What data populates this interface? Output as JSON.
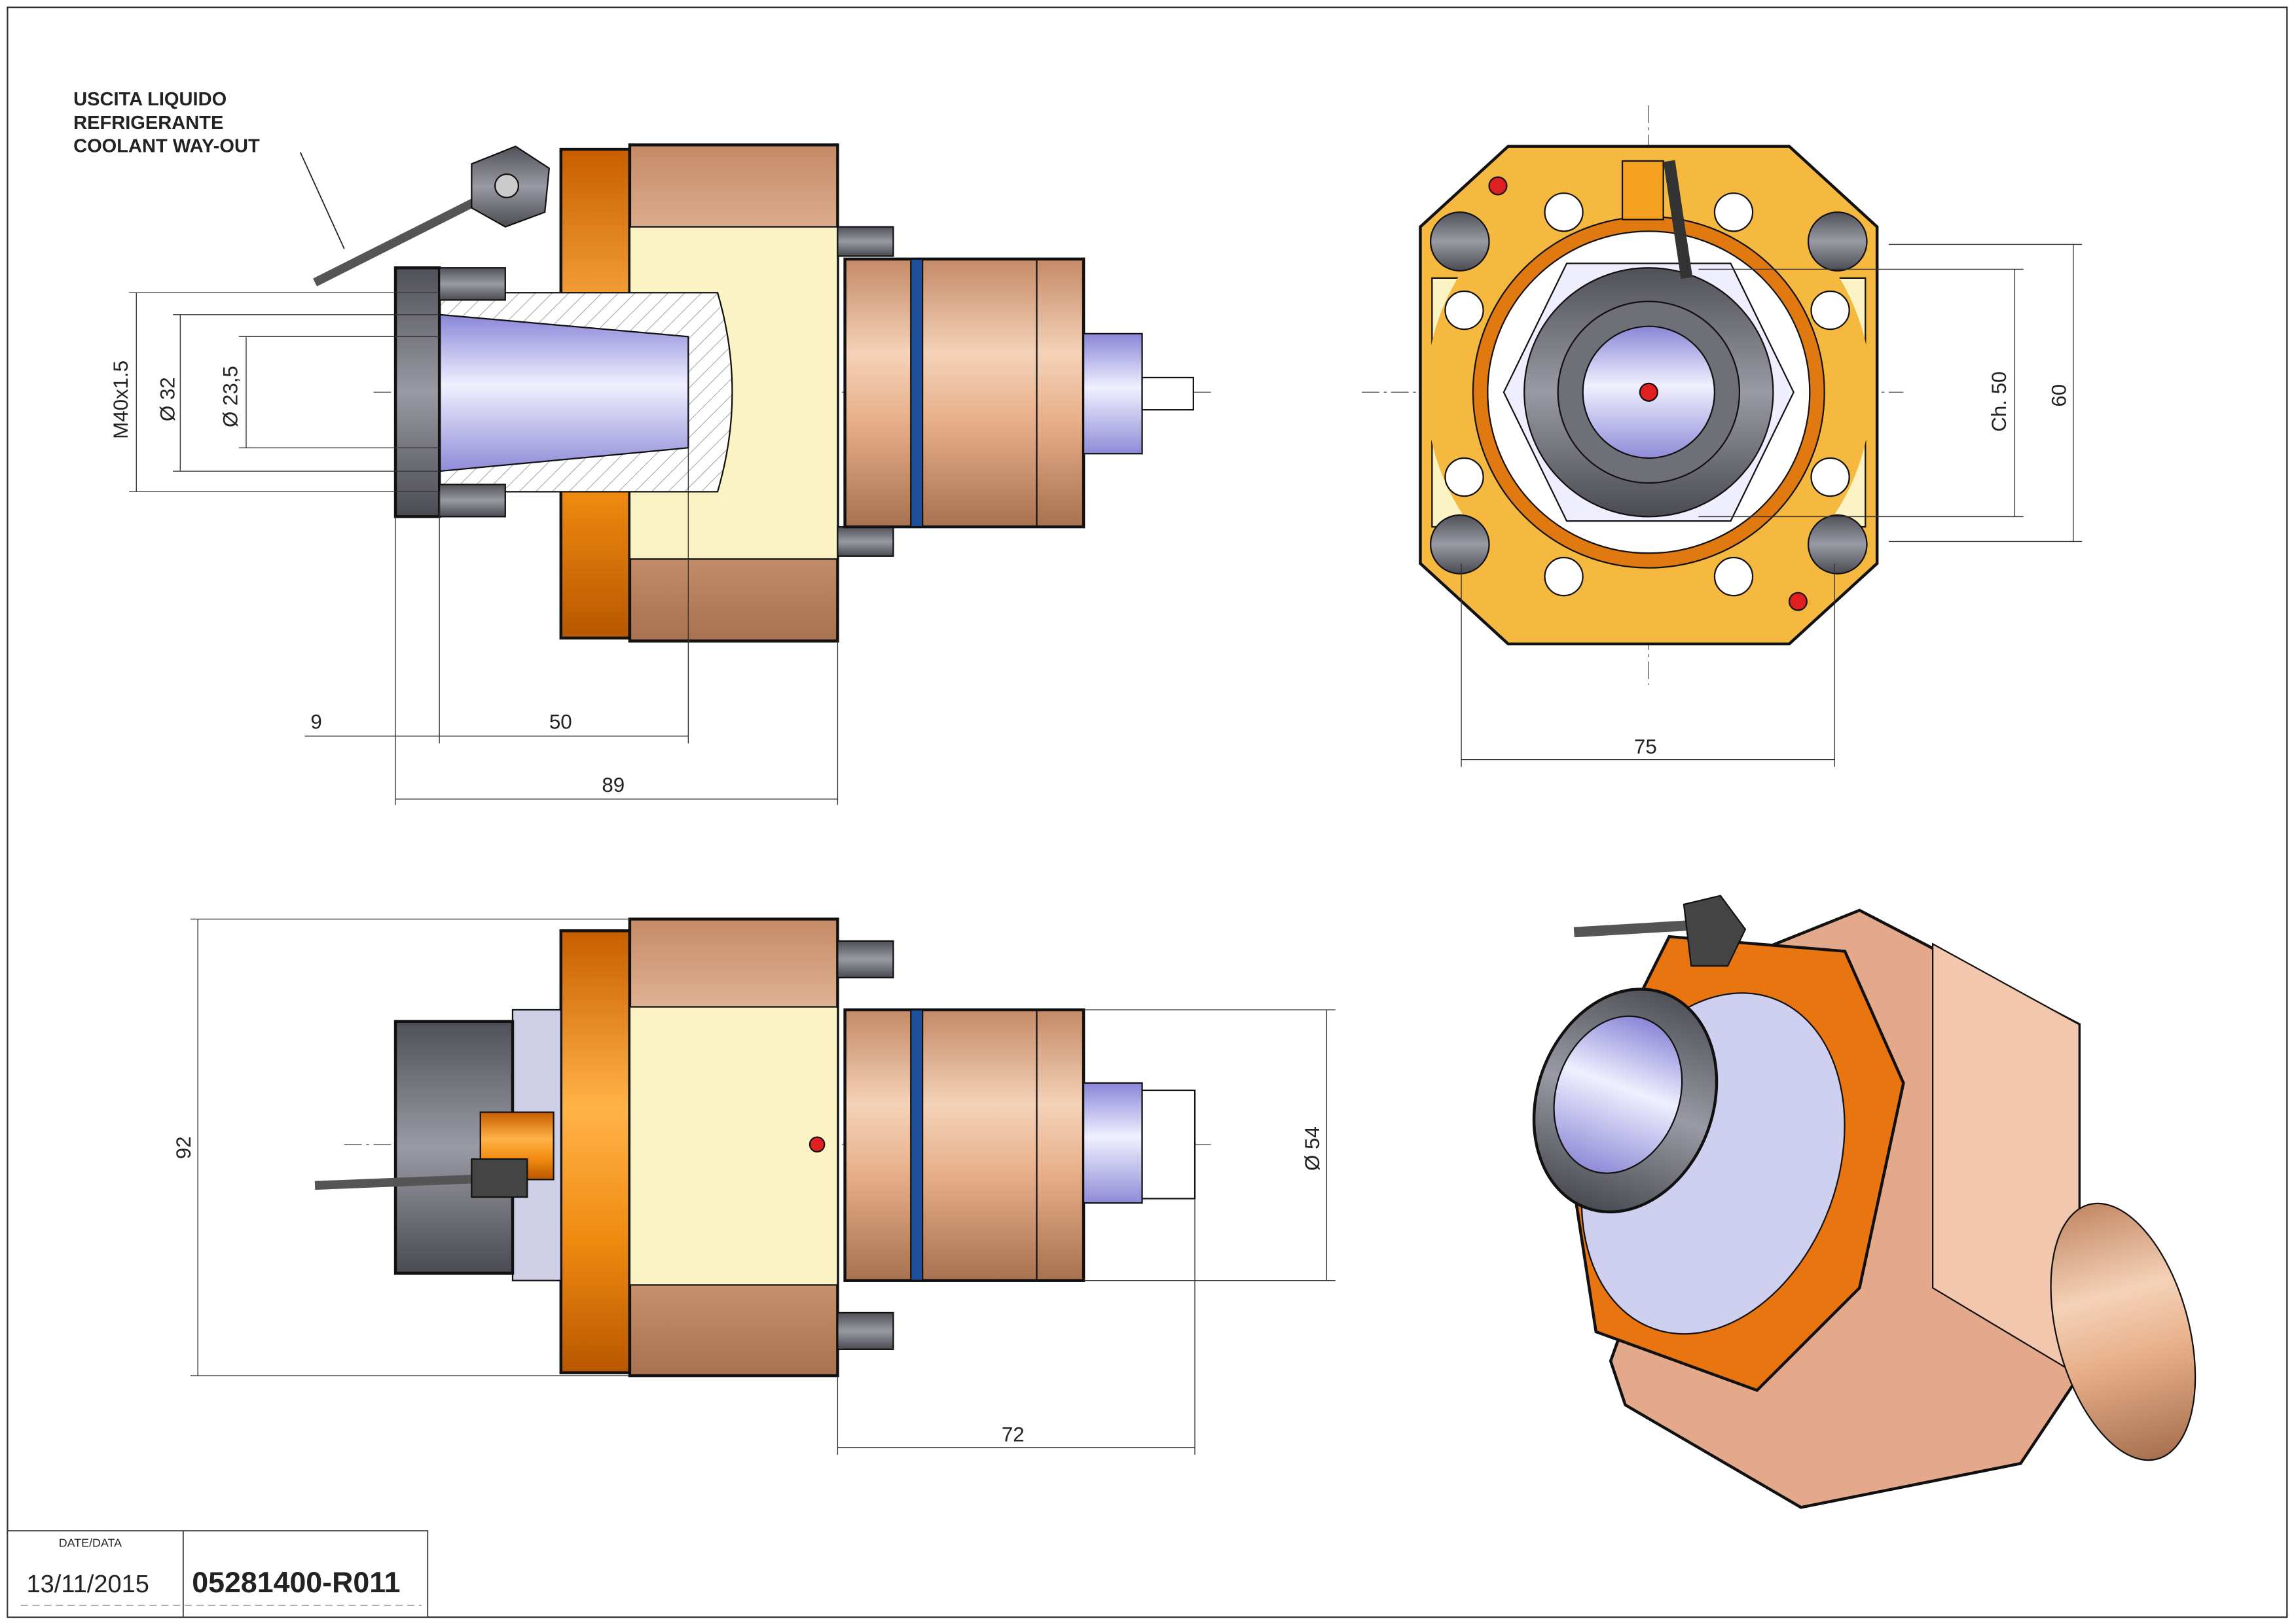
{
  "annotation": {
    "lines": [
      "USCITA LIQUIDO",
      "REFRIGERANTE",
      "COOLANT WAY-OUT"
    ]
  },
  "side_view_top": {
    "dims": {
      "thread": "M40x1.5",
      "d32": "Ø 32",
      "d23": "Ø 23,5",
      "d9": "9",
      "d50": "50",
      "d89": "89"
    }
  },
  "front_view": {
    "dims": {
      "width": "75",
      "ch": "Ch. 50",
      "height": "60"
    }
  },
  "side_view_bottom": {
    "dims": {
      "height": "92",
      "d54": "Ø 54",
      "d72": "72"
    }
  },
  "title_block": {
    "date_label": "DATE/DATA",
    "date": "13/11/2015",
    "code": "05281400-R011"
  },
  "colors": {
    "orange": "#e07a10",
    "tan": "#d9a07a",
    "cream": "#fbf3c4",
    "purple": "#b8b4f0",
    "grey": "#6f6f78",
    "blue": "#1f4f9a"
  }
}
